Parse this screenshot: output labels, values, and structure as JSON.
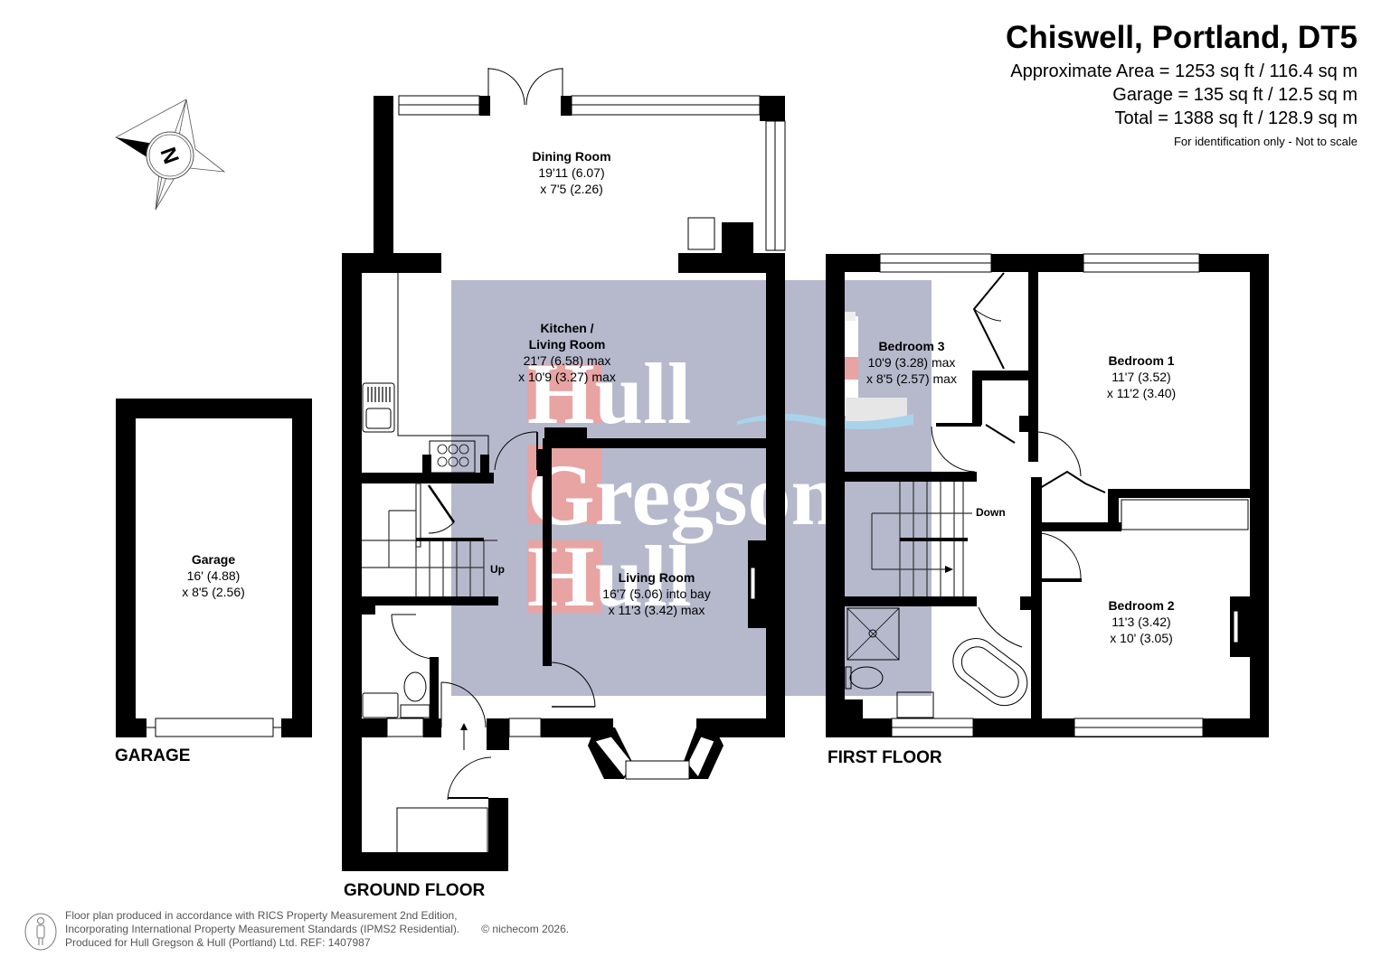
{
  "header": {
    "title": "Chiswell, Portland, DT5",
    "approx_area": "Approximate Area = 1253 sq ft / 116.4 sq m",
    "garage_area": "Garage = 135 sq ft / 12.5 sq m",
    "total_area": "Total = 1388 sq ft / 128.9 sq m",
    "note": "For identification only - Not to scale"
  },
  "compass": {
    "icon": "north-compass-icon",
    "letter": "N"
  },
  "watermark": {
    "lines": [
      "Hull",
      "Gregson",
      "Hull"
    ],
    "bg_color": "#b6b8cc",
    "accent_color": "#e8a3a3"
  },
  "floors": {
    "garage": {
      "label": "GARAGE",
      "rooms": [
        {
          "name": "Garage",
          "dim1": "16' (4.88)",
          "dim2": "x 8'5 (2.56)"
        }
      ]
    },
    "ground": {
      "label": "GROUND FLOOR",
      "stairs_label": "Up",
      "rooms": [
        {
          "name": "Dining Room",
          "dim1": "19'11 (6.07)",
          "dim2": "x 7'5 (2.26)"
        },
        {
          "name_line1": "Kitchen /",
          "name_line2": "Living Room",
          "dim1": "21'7 (6.58) max",
          "dim2": "x 10'9 (3.27) max"
        },
        {
          "name": "Living Room",
          "dim1": "16'7 (5.06) into bay",
          "dim2": "x 11'3 (3.42) max"
        }
      ]
    },
    "first": {
      "label": "FIRST FLOOR",
      "stairs_label": "Down",
      "rooms": [
        {
          "name": "Bedroom 3",
          "dim1": "10'9 (3.28) max",
          "dim2": "x 8'5 (2.57) max"
        },
        {
          "name": "Bedroom 1",
          "dim1": "11'7 (3.52)",
          "dim2": "x 11'2 (3.40)"
        },
        {
          "name": "Bedroom 2",
          "dim1": "11'3 (3.42)",
          "dim2": "x 10' (3.05)"
        }
      ]
    }
  },
  "footer": {
    "line1": "Floor plan produced in accordance with RICS Property Measurement 2nd Edition,",
    "line2": "Incorporating International Property Measurement Standards (IPMS2 Residential).",
    "copyright": "© nichecom 2026.",
    "line3": "Produced for Hull Gregson & Hull (Portland) Ltd.   REF: 1407987"
  }
}
